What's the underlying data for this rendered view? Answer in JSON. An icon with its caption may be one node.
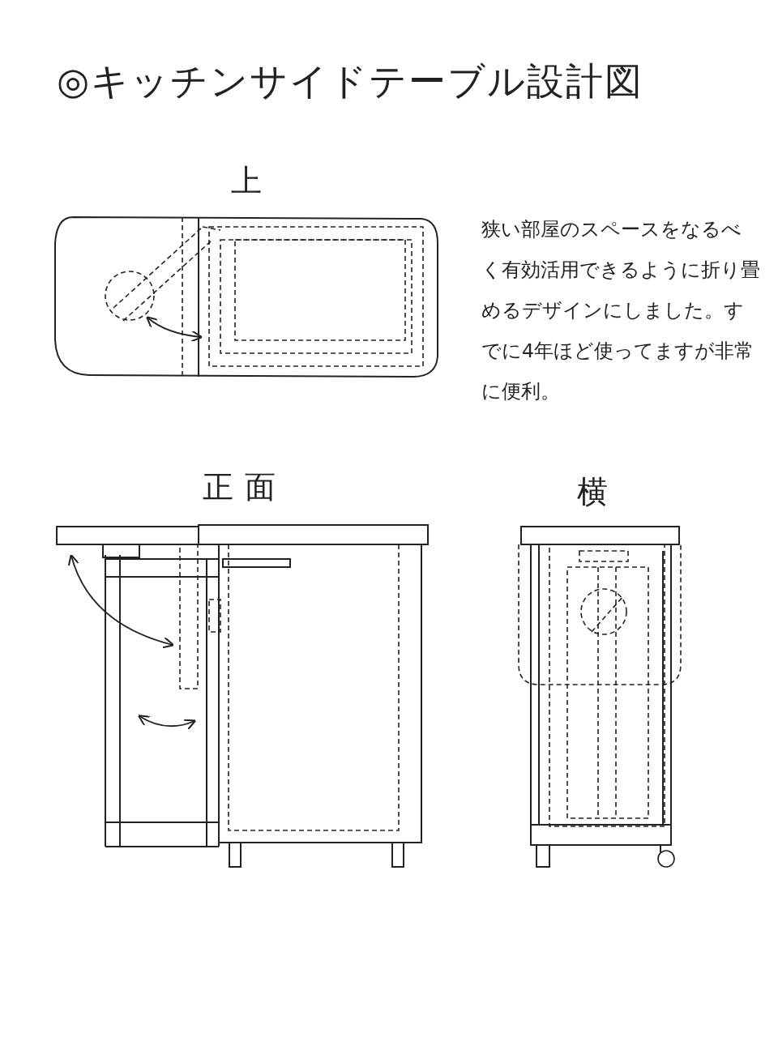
{
  "diagram": {
    "title": "◎キッチンサイドテーブル設計図",
    "labels": [
      "上",
      "狭い部屋のスペースをなるべく有効活用できるように折り畳めるデザインにしました。すでに4年ほど使ってますが非常に便利。",
      "正面",
      "横"
    ]
  }
}
